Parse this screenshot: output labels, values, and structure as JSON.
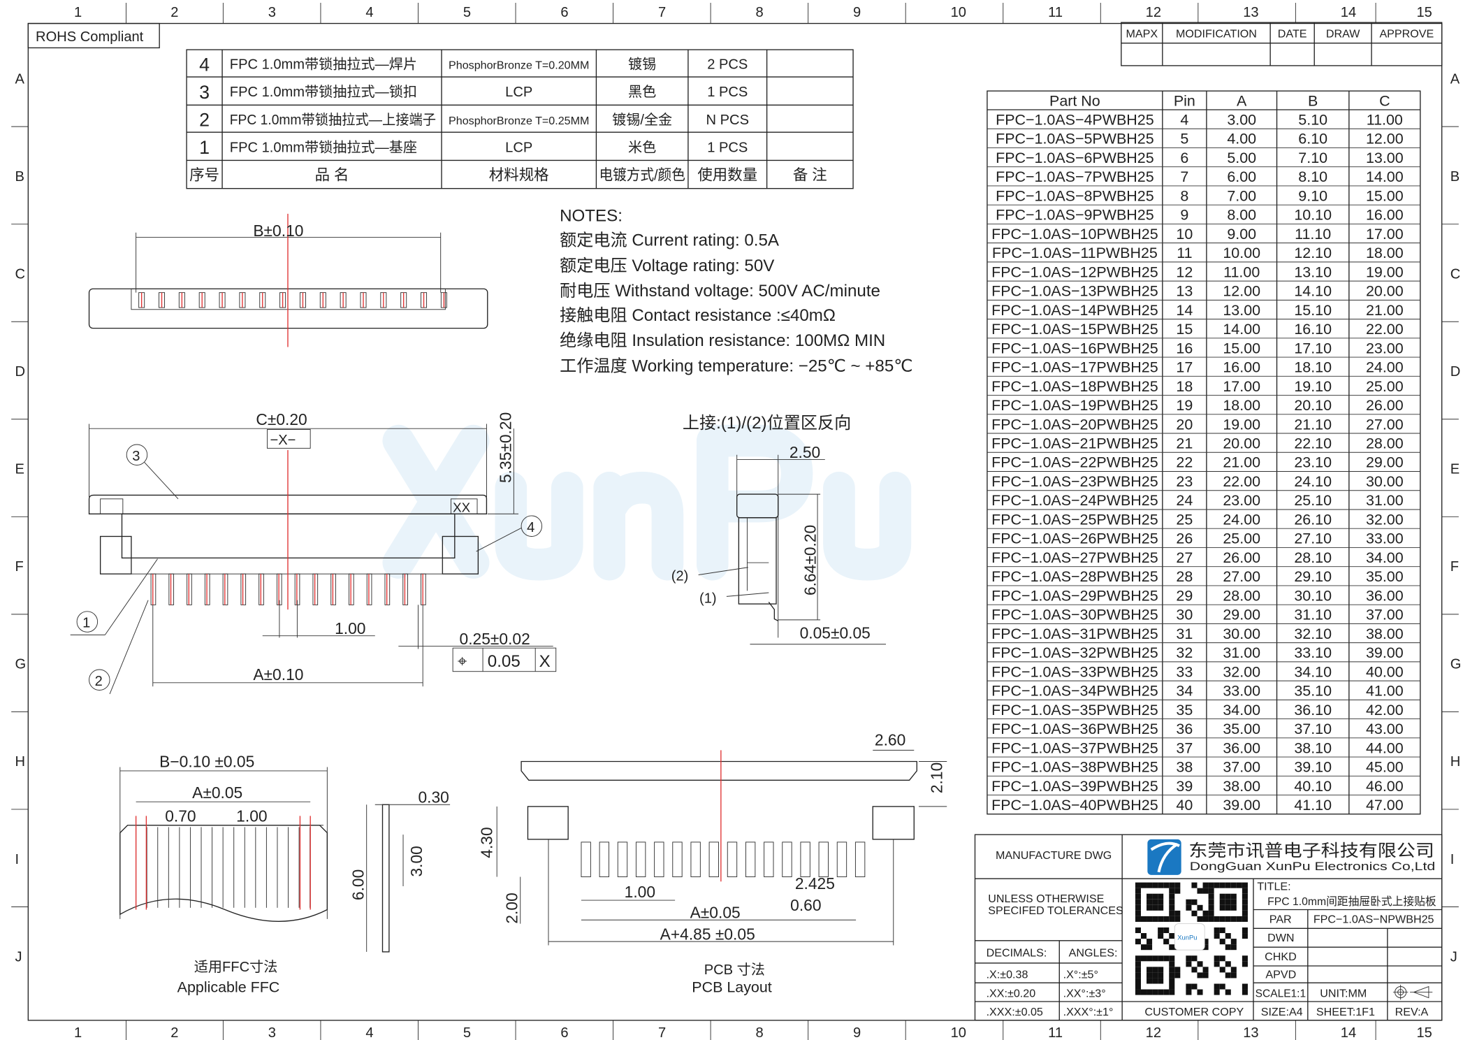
{
  "frame": {
    "columns": [
      "1",
      "2",
      "3",
      "4",
      "5",
      "6",
      "7",
      "8",
      "9",
      "10",
      "11",
      "12",
      "13",
      "14",
      "15"
    ],
    "rows": [
      "A",
      "B",
      "C",
      "D",
      "E",
      "F",
      "G",
      "H",
      "I",
      "J"
    ]
  },
  "rohs": "ROHS Compliant",
  "watermark": "XunPu",
  "revision_table": {
    "headers": [
      "MAPX",
      "MODIFICATION",
      "DATE",
      "DRAW",
      "APPROVE"
    ]
  },
  "bom": {
    "rows": [
      [
        "4",
        "FPC  1.0mm带锁抽拉式—焊片",
        "PhosphorBronze  T=0.20MM",
        "镀锡",
        "2  PCS",
        ""
      ],
      [
        "3",
        "FPC  1.0mm带锁抽拉式—锁扣",
        "LCP",
        "黑色",
        "1  PCS",
        ""
      ],
      [
        "2",
        "FPC  1.0mm带锁抽拉式—上接端子",
        "PhosphorBronze  T=0.25MM",
        "镀锡/全金",
        "N  PCS",
        ""
      ],
      [
        "1",
        "FPC  1.0mm带锁抽拉式—基座",
        "LCP",
        "米色",
        "1  PCS",
        ""
      ]
    ],
    "headers": [
      "序号",
      "品       名",
      "材料规格",
      "电镀方式/颜色",
      "使用数量",
      "备  注"
    ]
  },
  "notes": {
    "title": "NOTES:",
    "items": [
      "额定电流  Current  rating:  0.5A",
      "额定电压  Voltage  rating:  50V",
      "耐电压  Withstand  voltage:  500V  AC/minute",
      "接触电阻  Contact  resistance  :≤40mΩ",
      "绝缘电阻  Insulation  resistance:  100MΩ  MIN",
      "工作温度  Working  temperature:  −25℃  ~  +85℃"
    ]
  },
  "part_table": {
    "headers": [
      "Part  No",
      "Pin",
      "A",
      "B",
      "C"
    ],
    "rows": [
      [
        "FPC−1.0AS−4PWBH25",
        "4",
        "3.00",
        "5.10",
        "11.00"
      ],
      [
        "FPC−1.0AS−5PWBH25",
        "5",
        "4.00",
        "6.10",
        "12.00"
      ],
      [
        "FPC−1.0AS−6PWBH25",
        "6",
        "5.00",
        "7.10",
        "13.00"
      ],
      [
        "FPC−1.0AS−7PWBH25",
        "7",
        "6.00",
        "8.10",
        "14.00"
      ],
      [
        "FPC−1.0AS−8PWBH25",
        "8",
        "7.00",
        "9.10",
        "15.00"
      ],
      [
        "FPC−1.0AS−9PWBH25",
        "9",
        "8.00",
        "10.10",
        "16.00"
      ],
      [
        "FPC−1.0AS−10PWBH25",
        "10",
        "9.00",
        "11.10",
        "17.00"
      ],
      [
        "FPC−1.0AS−11PWBH25",
        "11",
        "10.00",
        "12.10",
        "18.00"
      ],
      [
        "FPC−1.0AS−12PWBH25",
        "12",
        "11.00",
        "13.10",
        "19.00"
      ],
      [
        "FPC−1.0AS−13PWBH25",
        "13",
        "12.00",
        "14.10",
        "20.00"
      ],
      [
        "FPC−1.0AS−14PWBH25",
        "14",
        "13.00",
        "15.10",
        "21.00"
      ],
      [
        "FPC−1.0AS−15PWBH25",
        "15",
        "14.00",
        "16.10",
        "22.00"
      ],
      [
        "FPC−1.0AS−16PWBH25",
        "16",
        "15.00",
        "17.10",
        "23.00"
      ],
      [
        "FPC−1.0AS−17PWBH25",
        "17",
        "16.00",
        "18.10",
        "24.00"
      ],
      [
        "FPC−1.0AS−18PWBH25",
        "18",
        "17.00",
        "19.10",
        "25.00"
      ],
      [
        "FPC−1.0AS−19PWBH25",
        "19",
        "18.00",
        "20.10",
        "26.00"
      ],
      [
        "FPC−1.0AS−20PWBH25",
        "20",
        "19.00",
        "21.10",
        "27.00"
      ],
      [
        "FPC−1.0AS−21PWBH25",
        "21",
        "20.00",
        "22.10",
        "28.00"
      ],
      [
        "FPC−1.0AS−22PWBH25",
        "22",
        "21.00",
        "23.10",
        "29.00"
      ],
      [
        "FPC−1.0AS−23PWBH25",
        "23",
        "22.00",
        "24.10",
        "30.00"
      ],
      [
        "FPC−1.0AS−24PWBH25",
        "24",
        "23.00",
        "25.10",
        "31.00"
      ],
      [
        "FPC−1.0AS−25PWBH25",
        "25",
        "24.00",
        "26.10",
        "32.00"
      ],
      [
        "FPC−1.0AS−26PWBH25",
        "26",
        "25.00",
        "27.10",
        "33.00"
      ],
      [
        "FPC−1.0AS−27PWBH25",
        "27",
        "26.00",
        "28.10",
        "34.00"
      ],
      [
        "FPC−1.0AS−28PWBH25",
        "28",
        "27.00",
        "29.10",
        "35.00"
      ],
      [
        "FPC−1.0AS−29PWBH25",
        "29",
        "28.00",
        "30.10",
        "36.00"
      ],
      [
        "FPC−1.0AS−30PWBH25",
        "30",
        "29.00",
        "31.10",
        "37.00"
      ],
      [
        "FPC−1.0AS−31PWBH25",
        "31",
        "30.00",
        "32.10",
        "38.00"
      ],
      [
        "FPC−1.0AS−32PWBH25",
        "32",
        "31.00",
        "33.10",
        "39.00"
      ],
      [
        "FPC−1.0AS−33PWBH25",
        "33",
        "32.00",
        "34.10",
        "40.00"
      ],
      [
        "FPC−1.0AS−34PWBH25",
        "34",
        "33.00",
        "35.10",
        "41.00"
      ],
      [
        "FPC−1.0AS−35PWBH25",
        "35",
        "34.00",
        "36.10",
        "42.00"
      ],
      [
        "FPC−1.0AS−36PWBH25",
        "36",
        "35.00",
        "37.10",
        "43.00"
      ],
      [
        "FPC−1.0AS−37PWBH25",
        "37",
        "36.00",
        "38.10",
        "44.00"
      ],
      [
        "FPC−1.0AS−38PWBH25",
        "38",
        "37.00",
        "39.10",
        "45.00"
      ],
      [
        "FPC−1.0AS−39PWBH25",
        "39",
        "38.00",
        "40.10",
        "46.00"
      ],
      [
        "FPC−1.0AS−40PWBH25",
        "40",
        "39.00",
        "41.10",
        "47.00"
      ]
    ]
  },
  "views": {
    "top": {
      "b_dim": "B±0.10"
    },
    "front": {
      "c_dim": "C±0.20",
      "datum": "−X−",
      "height_dim": "5.35±0.20",
      "pitch": "1.00",
      "a_dim": "A±0.10",
      "pin_width": "0.25±0.02",
      "tol_symbol": "⌖",
      "tol_value": "0.05",
      "tol_datum": "X",
      "callouts": [
        "1",
        "2",
        "3",
        "4"
      ],
      "xx_mark": "XX"
    },
    "side": {
      "title": "上接:(1)/(2)位置区反向",
      "width_dim": "2.50",
      "height_dim": "6.64±0.20",
      "offset_dim": "0.05±0.05",
      "label1": "(1)",
      "label2": "(2)"
    },
    "ffc": {
      "b_dim": "B−0.10  ±0.05",
      "a_dim": "A±0.05",
      "d070": "0.70",
      "d100": "1.00",
      "thick": "0.30",
      "len600": "6.00",
      "len300": "3.00",
      "label_cn": "适用FFC寸法",
      "label_en": "Applicable  FFC"
    },
    "pcb": {
      "d260": "2.60",
      "d210": "2.10",
      "d430": "4.30",
      "d200": "2.00",
      "pitch": "1.00",
      "d2425": "2.425",
      "d060": "0.60",
      "a_dim": "A±0.05",
      "a485": "A+4.85  ±0.05",
      "label_cn": "PCB  寸法",
      "label_en": "PCB  Layout"
    }
  },
  "title_block": {
    "manufacture": "MANUFACTURE DWG",
    "company_cn": "东莞市讯普电子科技有限公司",
    "company_en": "DongGuan XunPu Electronics Co,Ltd",
    "unless1": "UNLESS OTHERWISE",
    "unless2": "SPECIFED TOLERANCES",
    "decimals": "DECIMALS:",
    "angles": "ANGLES:",
    "tol": [
      [
        ".X:±0.38",
        ".X°:±5°"
      ],
      [
        ".XX:±0.20",
        ".XX°:±3°"
      ],
      [
        ".XXX:±0.05",
        ".XXX°:±1°"
      ]
    ],
    "customer_copy": "CUSTOMER COPY",
    "title_label": "TITLE:",
    "title": "FPC 1.0mm间距抽屉卧式上接贴板",
    "par_label": "PAR",
    "par_value": "FPC−1.0AS−NPWBH25",
    "dwn": "DWN",
    "chkd": "CHKD",
    "apvd": "APVD",
    "scale": "SCALE1:1",
    "unit": "UNIT:MM",
    "size": "SIZE:A4",
    "sheet": "SHEET:1F1",
    "rev": "REV:A",
    "qr_logo": "XunPu",
    "logo_color": "#1a78c2"
  },
  "colors": {
    "centerline": "#e03030",
    "line": "#222222",
    "watermark": "#e9f3fa"
  }
}
